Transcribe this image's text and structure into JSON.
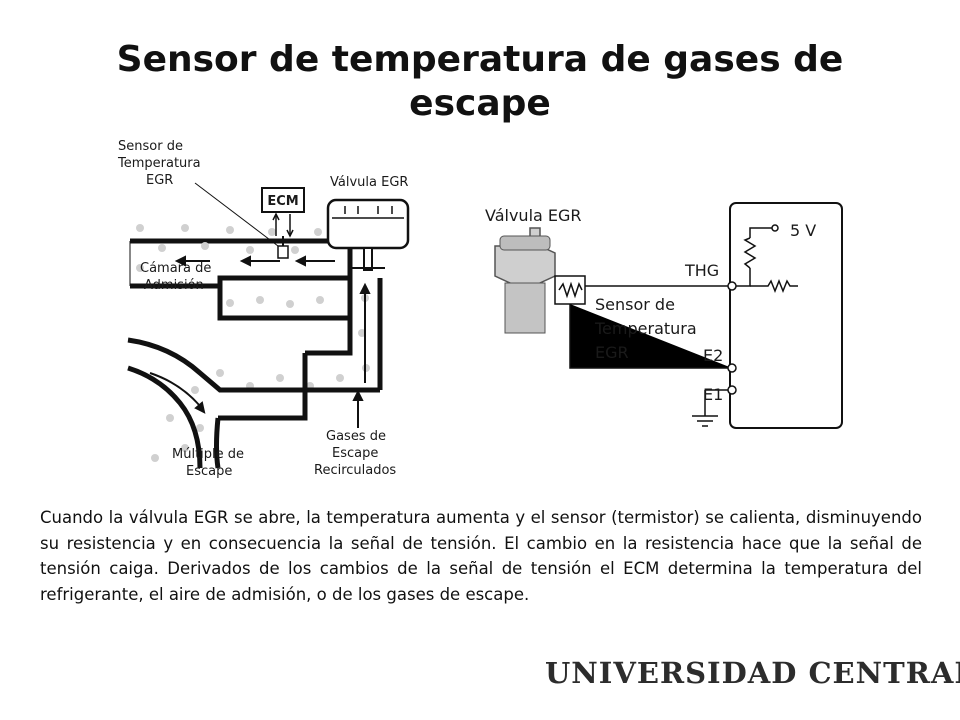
{
  "slide": {
    "title": "Sensor de temperatura de gases de escape",
    "body": "Cuando la válvula EGR se abre, la temperatura aumenta y el sensor (termistor) se calienta, disminuyendo su resistencia y en consecuencia la señal de tensión. El cambio en la resistencia hace que la señal de tensión caiga. Derivados de los cambios de la señal de tensión el ECM determina la temperatura del refrigerante, el aire de admisión, o de los gases de escape."
  },
  "figure_left": {
    "sensor_label_1": "Sensor de",
    "sensor_label_2": "Temperatura",
    "sensor_label_3": "EGR",
    "ecm_label": "ECM",
    "valve_label": "Válvula EGR",
    "chamber_label_1": "Cámara de",
    "chamber_label_2": "Admisión",
    "manifold_label_1": "Múltiple de",
    "manifold_label_2": "Escape",
    "gases_label_1": "Gases de",
    "gases_label_2": "Escape",
    "gases_label_3": "Recirculados"
  },
  "figure_right": {
    "valve_label": "Válvula EGR",
    "voltage_label": "5 V",
    "thg_label": "THG",
    "sensor_label_1": "Sensor de",
    "sensor_label_2": "Temperatura",
    "sensor_label_3": "EGR",
    "e2_label": "E2",
    "e1_label": "E1"
  },
  "logo": {
    "text": "UNIVERSIDAD CENTRAL",
    "colors": {
      "red": "#a3282a",
      "green": "#4e7a2c",
      "dark": "#2c2c2c"
    }
  }
}
